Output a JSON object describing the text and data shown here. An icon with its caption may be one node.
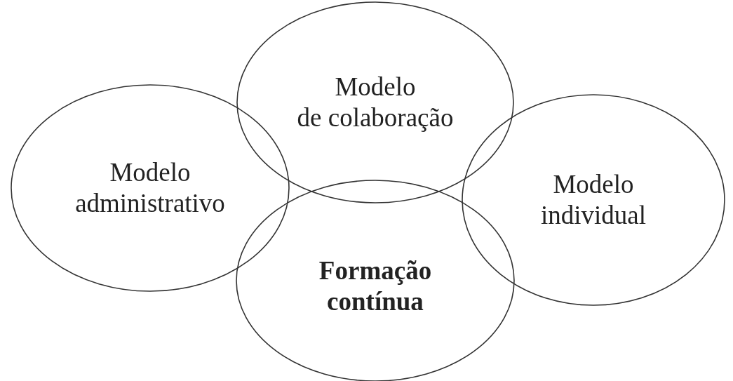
{
  "diagram": {
    "nodes": [
      {
        "text": [
          "Modelo de colaboração"
        ]
      },
      {
        "text": [
          "Modelo administrativo"
        ]
      },
      {
        "text": [
          "Modelo individual"
        ]
      },
      {
        "text": [
          "Formação contínua"
        ]
      }
    ]
  }
}
